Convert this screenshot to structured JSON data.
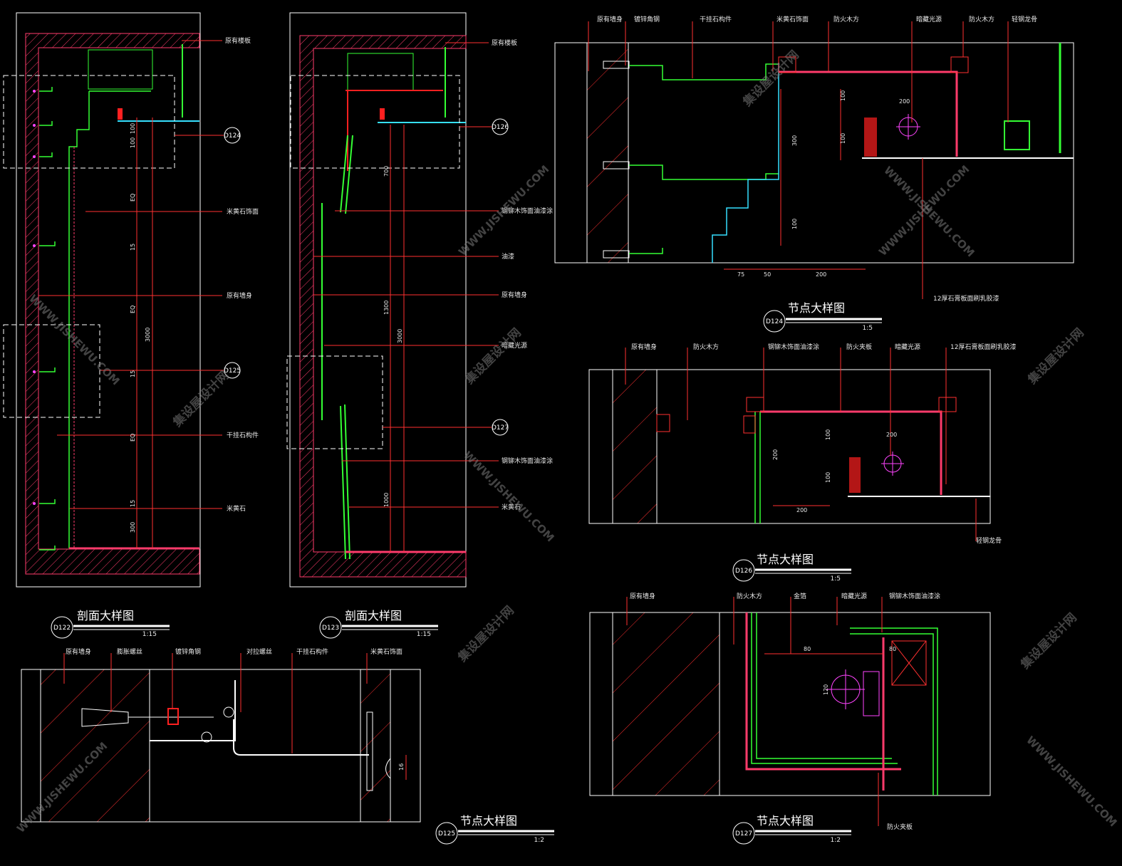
{
  "colors": {
    "background": "#000000",
    "frame": "#ffffff",
    "leader": "#ff3030",
    "hatch": "#ff3b6b",
    "member": "#34ff34",
    "dash": "#ffffff",
    "anchor": "#ff44ff",
    "cyan": "#36e0ff",
    "watermark": "#7a7a7a"
  },
  "views": {
    "d122": {
      "tag": "D122",
      "title": "剖面大样图",
      "scale": "1:15",
      "labels": [
        "原有楼板",
        "米黄石饰面",
        "原有墙身",
        "干挂石构件",
        "米黄石"
      ],
      "callouts": [
        "D124",
        "D125"
      ],
      "dims": [
        "100",
        "100",
        "EQ",
        "15",
        "EQ",
        "15",
        "EQ",
        "15",
        "300",
        "3000"
      ]
    },
    "d123": {
      "tag": "D123",
      "title": "剖面大样图",
      "scale": "1:15",
      "labels": [
        "原有楼板",
        "钢铆木饰面油漆涂",
        "油漆",
        "原有墙身",
        "暗藏光源",
        "钢铆木饰面油漆涂",
        "米黄石"
      ],
      "callouts": [
        "D126",
        "D127"
      ],
      "dims": [
        "700",
        "1300",
        "3000",
        "1000"
      ]
    },
    "d124": {
      "tag": "D124",
      "title": "节点大样图",
      "scale": "1:5",
      "labels": [
        "原有墙身",
        "镀锌角钢",
        "干挂石构件",
        "米黄石饰面",
        "防火木方",
        "暗藏光源",
        "防火木方",
        "轻钢龙骨",
        "12厚石膏板面刷乳胶漆"
      ],
      "dims": [
        "100",
        "100",
        "200",
        "300",
        "100",
        "75",
        "50",
        "200"
      ]
    },
    "d125": {
      "tag": "D125",
      "title": "节点大样图",
      "scale": "1:2",
      "labels": [
        "原有墙身",
        "膨胀螺丝",
        "镀锌角钢",
        "对拉螺丝",
        "干挂石构件",
        "米黄石饰面"
      ],
      "dims": [
        "16"
      ]
    },
    "d126": {
      "tag": "D126",
      "title": "节点大样图",
      "scale": "1:5",
      "labels": [
        "原有墙身",
        "防火木方",
        "钢铆木饰面油漆涂",
        "防火夹板",
        "暗藏光源",
        "12厚石膏板面刷乳胶漆",
        "轻钢龙骨"
      ],
      "dims": [
        "100",
        "200",
        "100",
        "200",
        "200"
      ]
    },
    "d127": {
      "tag": "D127",
      "title": "节点大样图",
      "scale": "1:2",
      "labels": [
        "原有墙身",
        "防火木方",
        "金箔",
        "暗藏光源",
        "钢铆木饰面油漆涂",
        "防火夹板"
      ],
      "dims": [
        "80",
        "80",
        "120"
      ]
    }
  },
  "watermark": {
    "site": "WWW.JISHEWU.COM",
    "cn": "集设屋设计网"
  }
}
